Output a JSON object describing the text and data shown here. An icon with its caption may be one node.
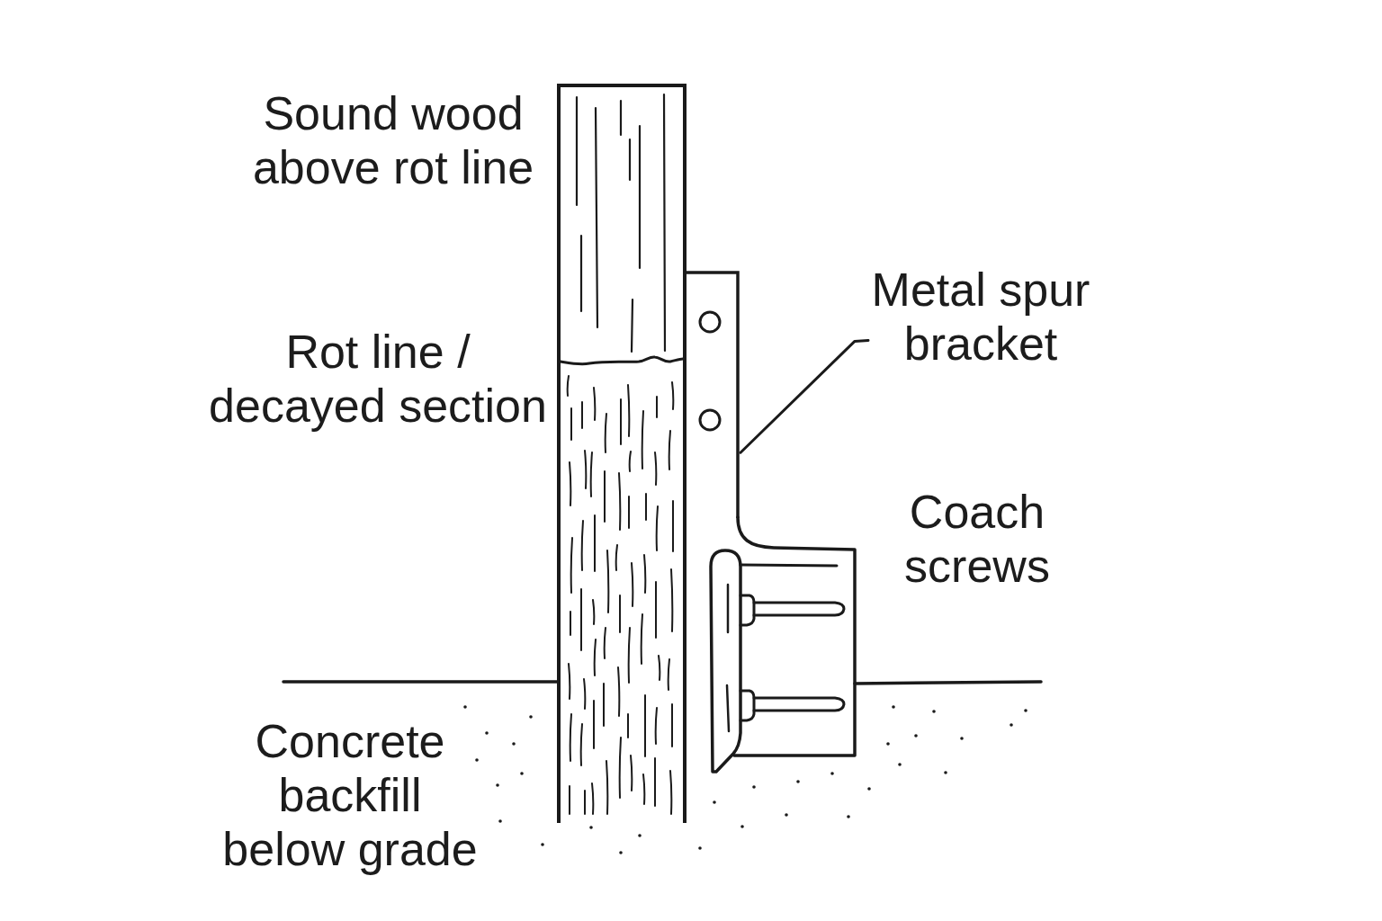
{
  "diagram": {
    "nodes": [
      {
        "text": [
          "Metal spur bracket"
        ]
      },
      {
        "text": [],
        "shape": "picture"
      }
    ],
    "edges": [
      {
        "from": 0,
        "to": 1,
        "arrow": "none"
      }
    ],
    "labels": [
      "Sound wood above rot line",
      "Rot line / decayed section",
      "Coach screws",
      "Concrete backfill below grade"
    ]
  }
}
